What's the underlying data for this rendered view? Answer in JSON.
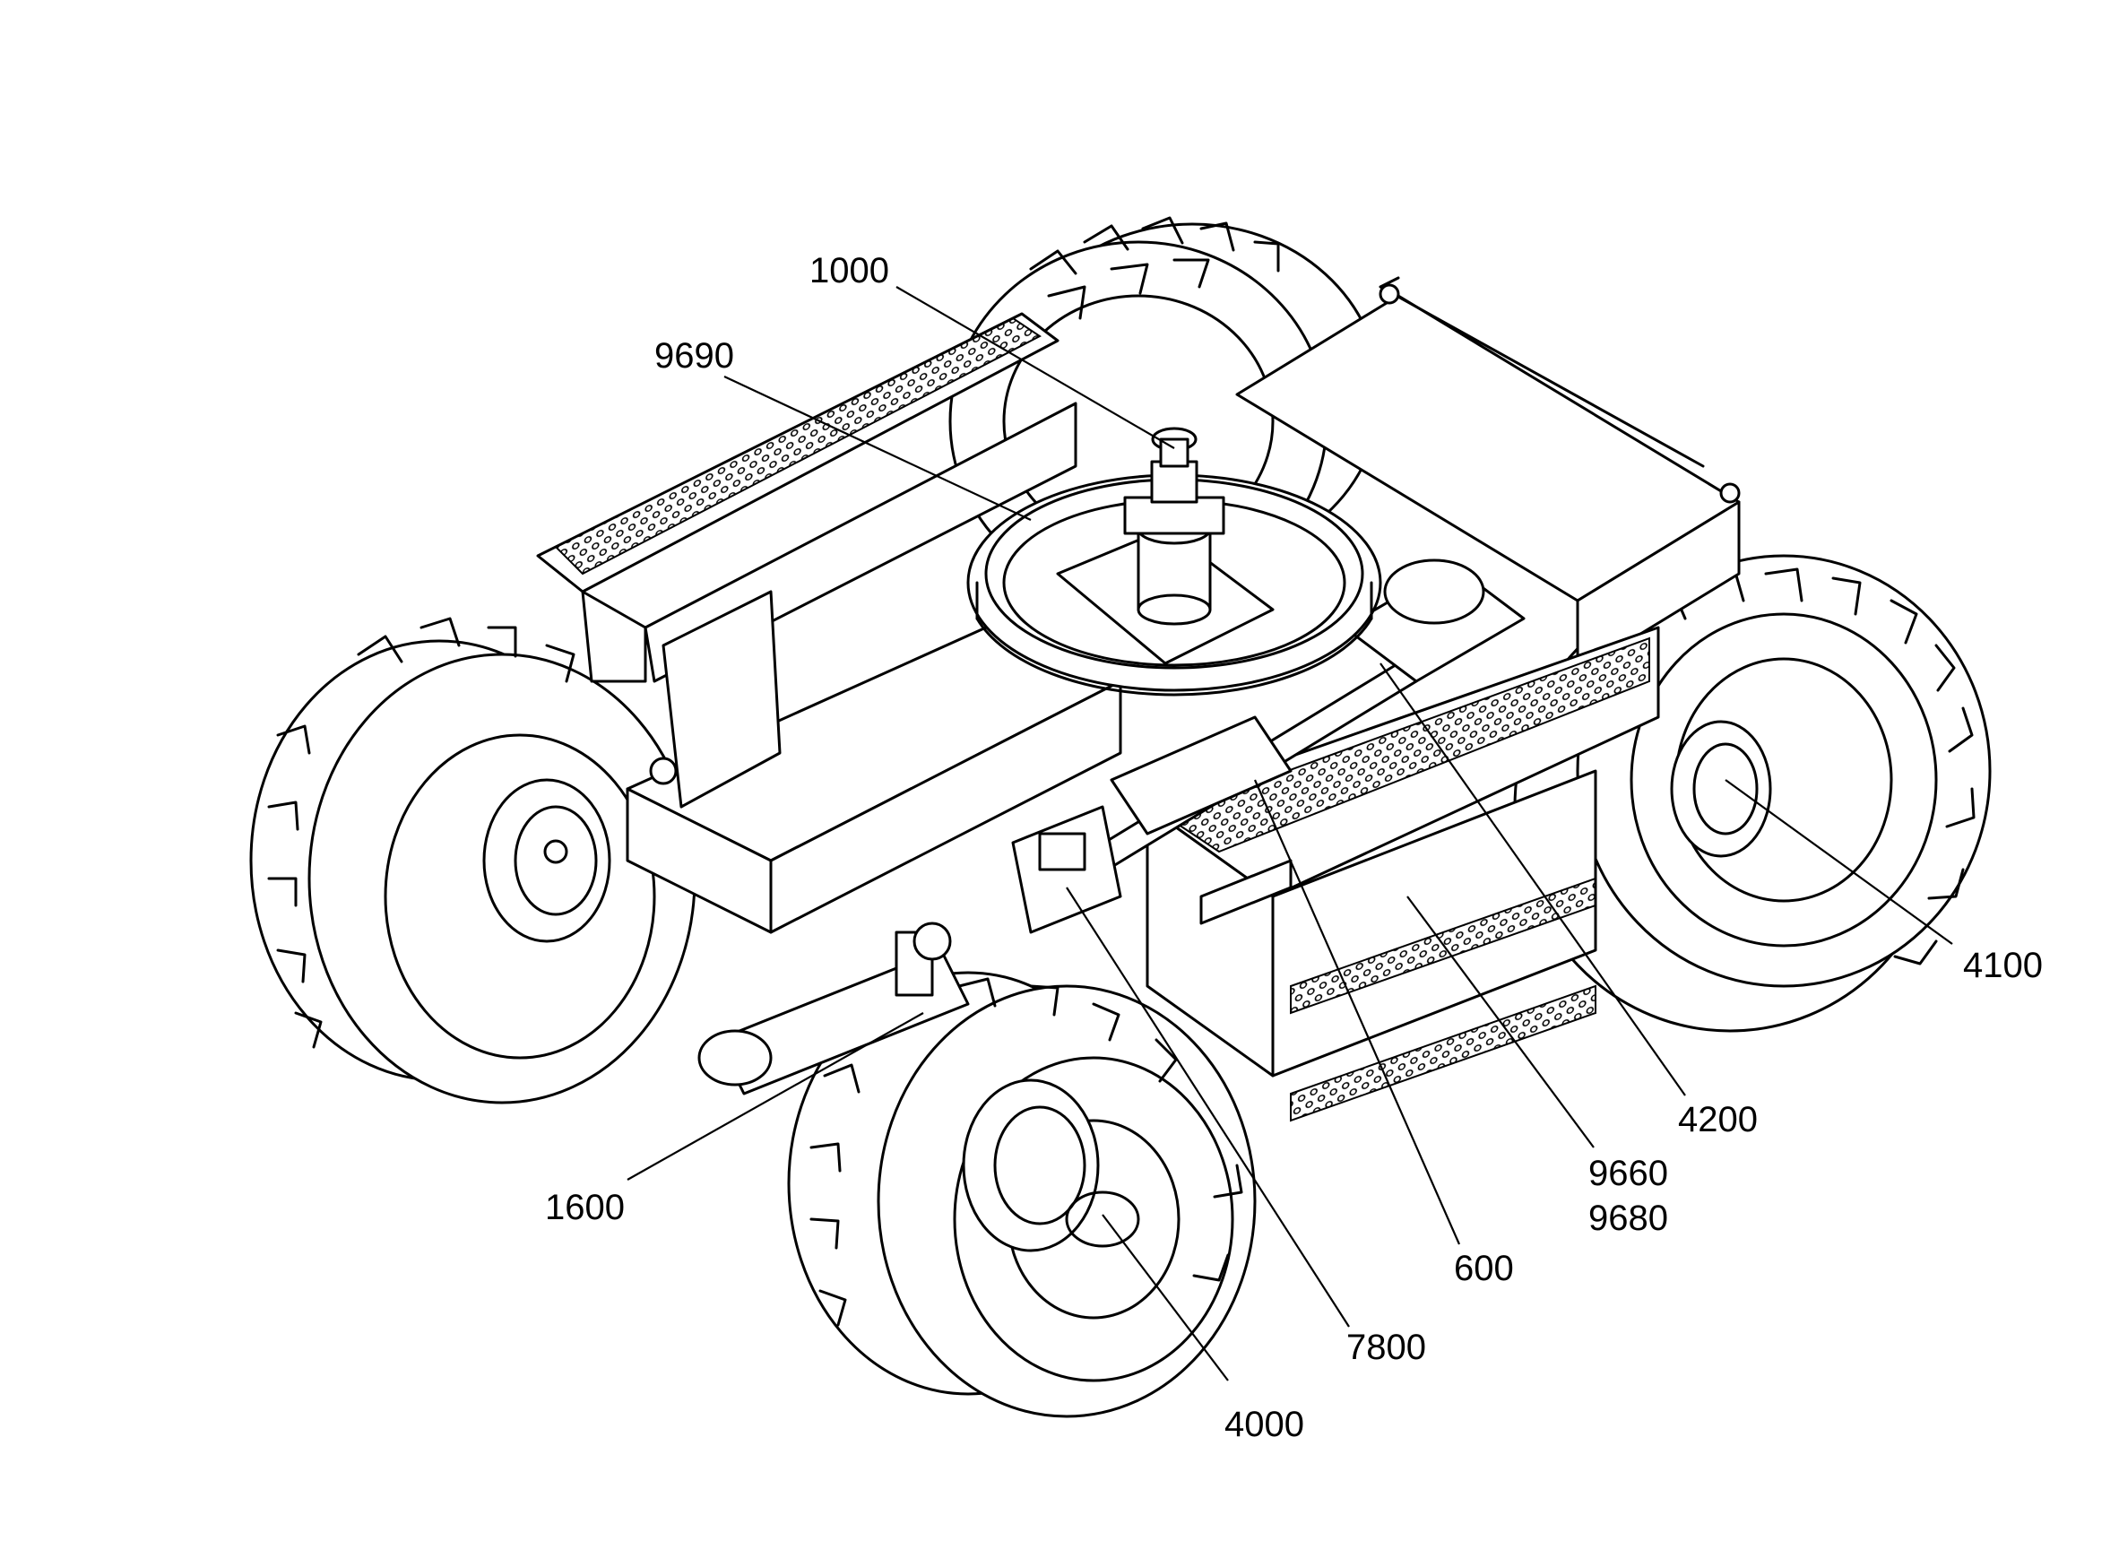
{
  "diagram": {
    "type": "exploded-parts-callout",
    "subject_icon": "wheeled-excavator-undercarriage",
    "callouts": [
      {
        "id": "c1000",
        "label": "1000"
      },
      {
        "id": "c9690",
        "label": "9690"
      },
      {
        "id": "c4100",
        "label": "4100"
      },
      {
        "id": "c4200",
        "label": "4200"
      },
      {
        "id": "c9660",
        "label": "9660"
      },
      {
        "id": "c9680",
        "label": "9680"
      },
      {
        "id": "c600",
        "label": "600"
      },
      {
        "id": "c7800",
        "label": "7800"
      },
      {
        "id": "c1600",
        "label": "1600"
      },
      {
        "id": "c4000",
        "label": "4000"
      }
    ]
  }
}
